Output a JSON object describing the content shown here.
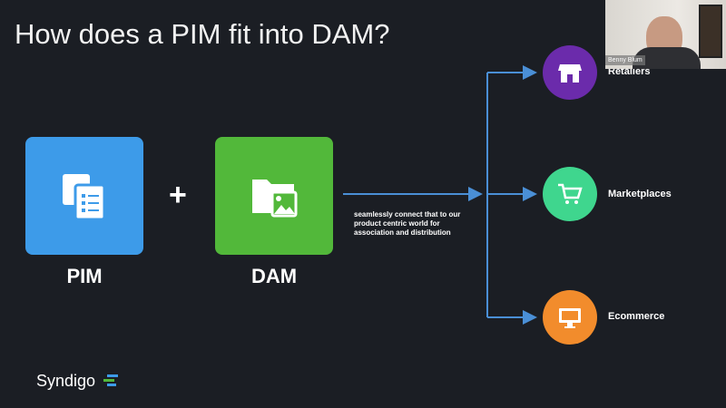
{
  "slide": {
    "title": "How does a PIM fit into DAM?",
    "pim": {
      "label": "PIM",
      "color": "#3d9be9"
    },
    "plus": "+",
    "dam": {
      "label": "DAM",
      "color": "#52b83a"
    },
    "note": "seamlessly connect that to our product centric world for association and distribution",
    "channels": [
      {
        "label": "Retailers",
        "icon": "store-icon",
        "color": "#6b2bab"
      },
      {
        "label": "Marketplaces",
        "icon": "shopping-cart-icon",
        "color": "#3fd68e"
      },
      {
        "label": "Ecommerce",
        "icon": "monitor-icon",
        "color": "#f28c2c"
      }
    ],
    "logo": "Syndigo"
  },
  "webcam": {
    "name": "Benny Blum"
  }
}
